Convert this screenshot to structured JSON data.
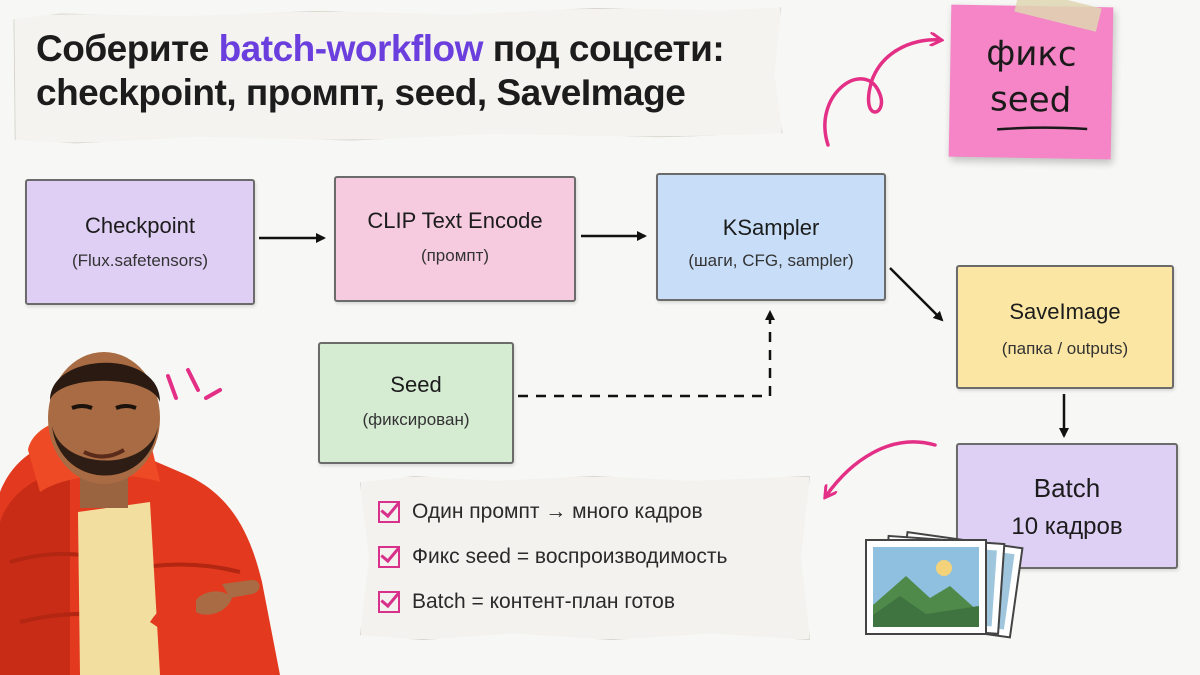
{
  "header": {
    "line1_before": "Соберите ",
    "line1_accent": "batch-workflow",
    "line1_after": " под соцсети:",
    "line2": "checkpoint, промпт, seed, SaveImage"
  },
  "sticky_note": {
    "line1": "фикс",
    "line2": "seed"
  },
  "nodes": {
    "checkpoint": {
      "name": "Checkpoint",
      "sub": "(Flux.safetensors)"
    },
    "clip": {
      "name": "CLIP Text Encode",
      "sub": "(промпт)"
    },
    "ksampler": {
      "name": "KSampler",
      "sub": "(шаги, CFG, sampler)"
    },
    "saveimage": {
      "name": "SaveImage",
      "sub": "(папка / outputs)"
    },
    "seed": {
      "name": "Seed",
      "sub": "(фиксирован)"
    },
    "batch": {
      "name": "Batch",
      "sub": "10 кадров"
    }
  },
  "checklist": [
    "Один промпт → много кадров",
    "Фикс seed = воспроизводимость",
    "Batch = контент-план готов"
  ],
  "colors": {
    "accent": "#6a3fdd",
    "arrow_pink": "#e32f86",
    "checkpoint_fill": "#dfcff5",
    "clip_fill": "#f6cbe0",
    "ksampler_fill": "#c8def8",
    "saveimage_fill": "#fbe7a3",
    "seed_fill": "#d5ecd3",
    "batch_fill": "#decff5",
    "sticky": "#f585c6"
  },
  "icons": [
    "arrow-right-icon",
    "dashed-arrow-icon",
    "curved-arrow-icon",
    "checkbox-icon",
    "image-stack-icon",
    "person-pointing-illustration"
  ]
}
